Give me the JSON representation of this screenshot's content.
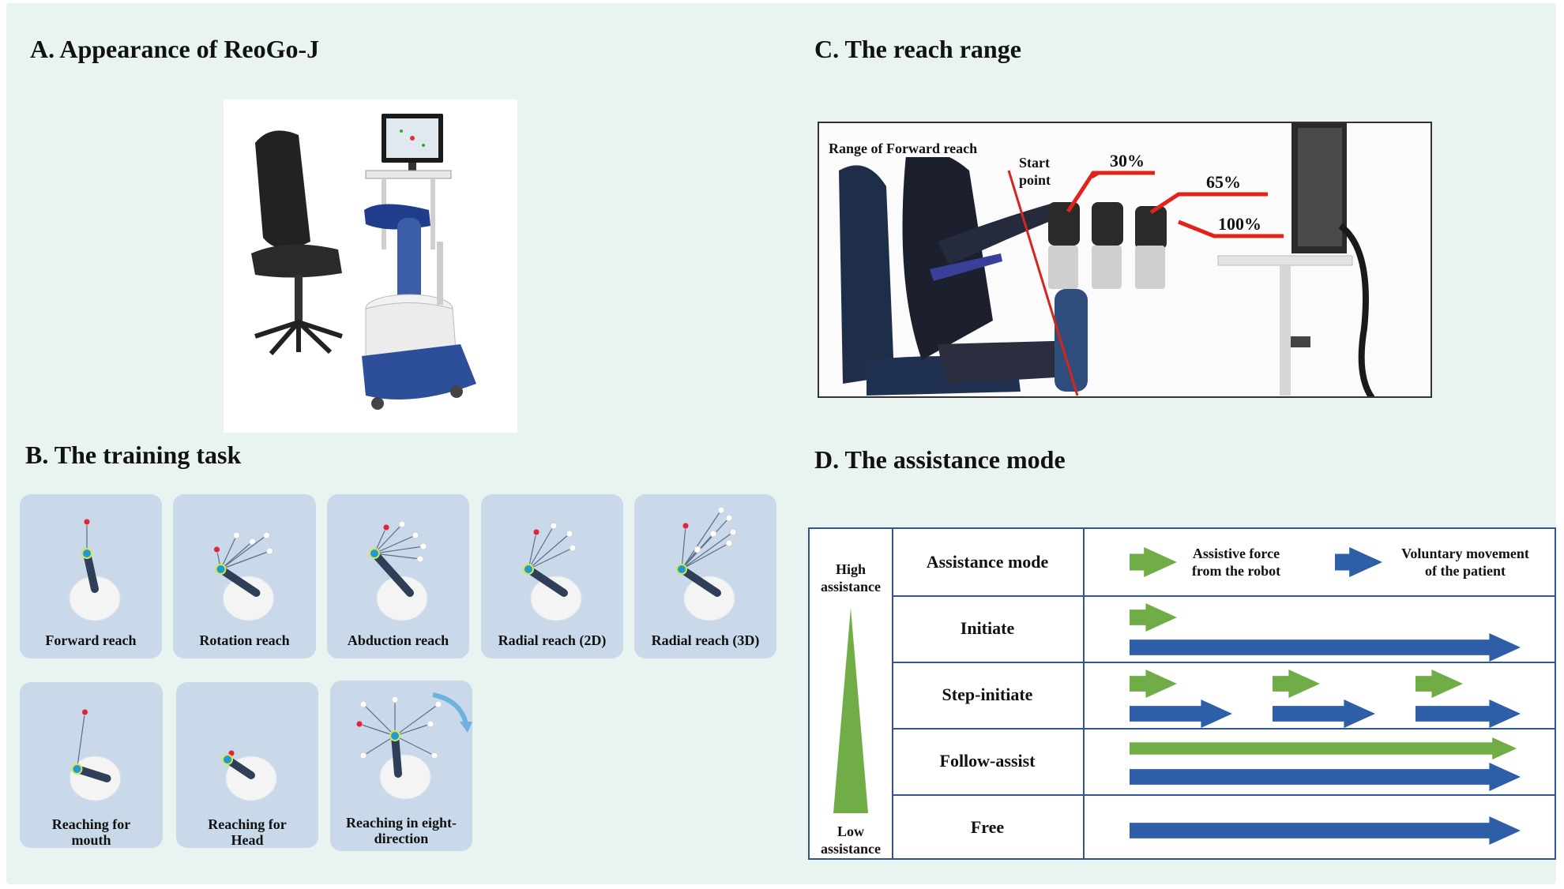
{
  "panels": {
    "a_title": "A. Appearance of ReoGo-J",
    "b_title": "B. The training task",
    "c_title": "C. The reach range",
    "d_title": "D. The assistance mode"
  },
  "reach_range": {
    "range_label": "Range of Forward reach",
    "start_line1": "Start",
    "start_line2": "point",
    "pct_30": "30%",
    "pct_65": "65%",
    "pct_100": "100%"
  },
  "tasks": [
    {
      "line1": "Forward reach",
      "line2": ""
    },
    {
      "line1": "Rotation reach",
      "line2": ""
    },
    {
      "line1": "Abduction reach",
      "line2": ""
    },
    {
      "line1": "Radial reach (2D)",
      "line2": ""
    },
    {
      "line1": "Radial reach (3D)",
      "line2": ""
    },
    {
      "line1": "Reaching for",
      "line2": "mouth"
    },
    {
      "line1": "Reaching for",
      "line2": "Head"
    },
    {
      "line1": "Reaching in eight-",
      "line2": "direction"
    }
  ],
  "assistance": {
    "header_label": "Assistance mode",
    "legend_robot_line1": "Assistive force",
    "legend_robot_line2": "from the robot",
    "legend_patient_line1": "Voluntary movement",
    "legend_patient_line2": "of the patient",
    "high_line1": "High",
    "high_line2": "assistance",
    "low_line1": "Low",
    "low_line2": "assistance",
    "modes": [
      "Initiate",
      "Step-initiate",
      "Follow-assist",
      "Free"
    ],
    "colors": {
      "robot": "#70ad47",
      "patient": "#2f5ea8",
      "border": "#2f5597"
    }
  }
}
